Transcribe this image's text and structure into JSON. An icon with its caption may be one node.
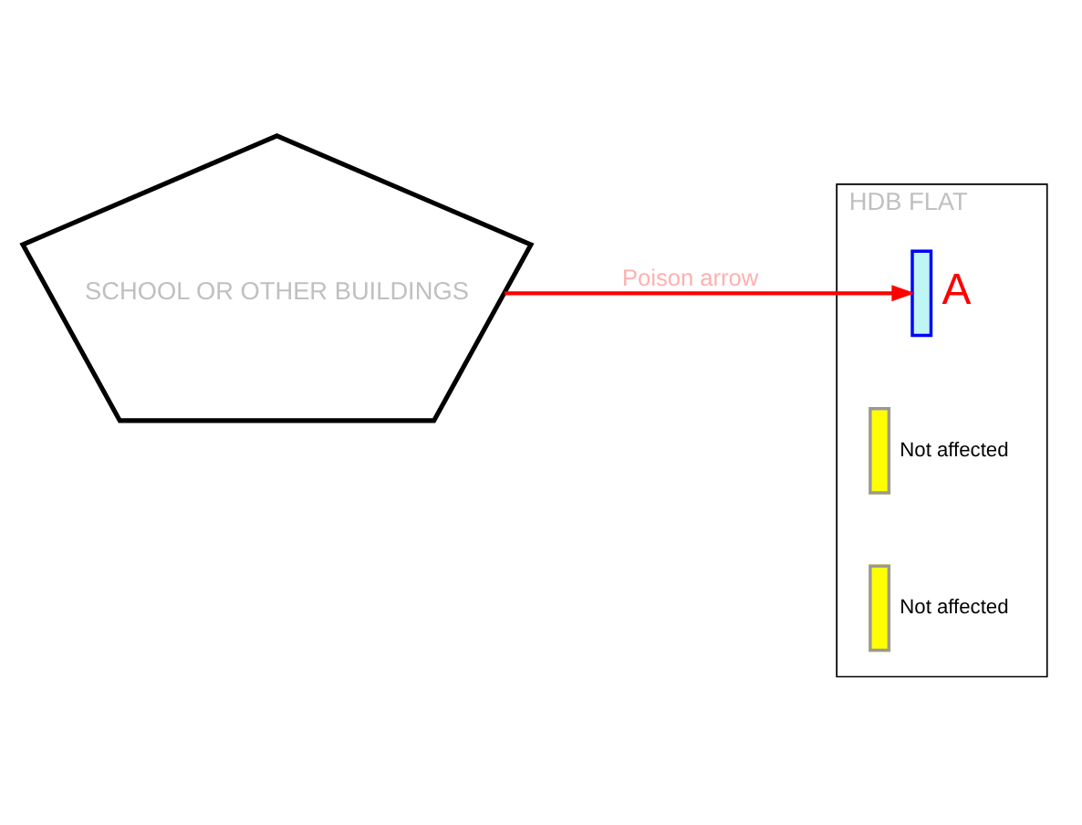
{
  "diagram": {
    "nodes": [
      {
        "text": [
          "SCHOOL OR OTHER BUILDINGS"
        ]
      },
      {
        "text": [
          "HDB FLAT"
        ]
      },
      {
        "text": [],
        "shape": "box",
        "in": 1,
        "beside": [
          "A"
        ]
      },
      {
        "text": [],
        "shape": "box",
        "in": 1,
        "beside": [
          "Not affected"
        ]
      },
      {
        "text": [],
        "shape": "box",
        "in": 1,
        "beside": [
          "Not affected"
        ]
      }
    ],
    "edges": [
      {
        "from": 0,
        "to": 2,
        "arrow": "to",
        "label": "Poison arrow",
        "color": "#ff0000"
      }
    ]
  }
}
